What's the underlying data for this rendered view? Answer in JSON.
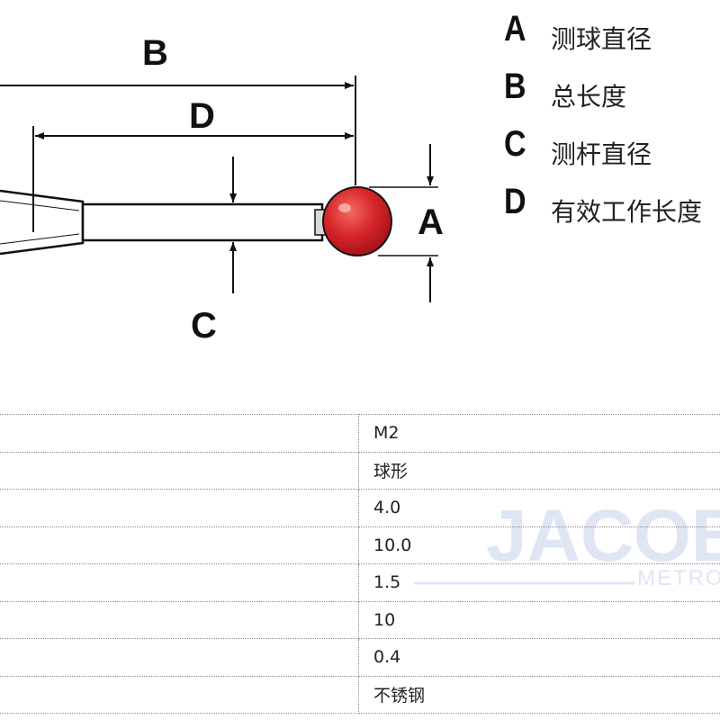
{
  "dimensions": {
    "a": "A",
    "b": "B",
    "c": "C",
    "d": "D"
  },
  "legend": [
    {
      "key": "A",
      "desc": "测球直径"
    },
    {
      "key": "B",
      "desc": "总长度"
    },
    {
      "key": "C",
      "desc": "测杆直径"
    },
    {
      "key": "D",
      "desc": "有效工作长度"
    }
  ],
  "spec_table": [
    {
      "label": "",
      "value": "M2"
    },
    {
      "label": "",
      "value": "球形"
    },
    {
      "label": "",
      "value": "4.0"
    },
    {
      "label": "",
      "value": "10.0"
    },
    {
      "label": "",
      "value": "1.5"
    },
    {
      "label": "",
      "value": "10"
    },
    {
      "label": "",
      "value": "0.4"
    },
    {
      "label": "",
      "value": "不锈钢"
    }
  ],
  "watermark": {
    "brand": "JACOB",
    "sub": "METROL"
  },
  "colors": {
    "ball": "#d8262a",
    "ball_highlight": "#f07a72",
    "line": "#111111",
    "watermark": "#dfe6f3"
  }
}
